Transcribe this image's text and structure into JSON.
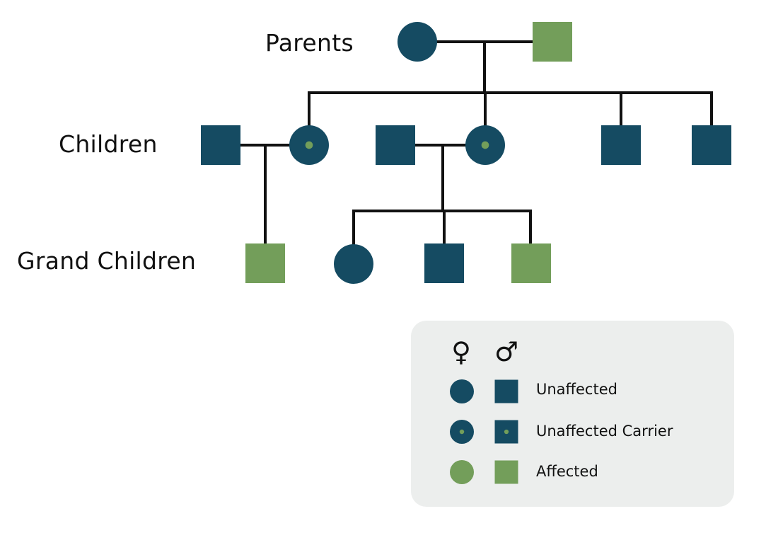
{
  "labels": {
    "parents": "Parents",
    "children": "Children",
    "grandchildren": "Grand Children"
  },
  "colors": {
    "unaffected": "#154b62",
    "affected": "#739e5a",
    "carrier_dot": "#739e5a",
    "line": "#111111",
    "legend_background": "#eceeed"
  },
  "pedigree": {
    "parents": [
      {
        "sex": "female",
        "status": "unaffected"
      },
      {
        "sex": "male",
        "status": "affected"
      }
    ],
    "children": [
      {
        "sex": "male",
        "status": "unaffected",
        "relation": "spouse"
      },
      {
        "sex": "female",
        "status": "carrier",
        "relation": "child"
      },
      {
        "sex": "male",
        "status": "unaffected",
        "relation": "spouse"
      },
      {
        "sex": "female",
        "status": "carrier",
        "relation": "child"
      },
      {
        "sex": "male",
        "status": "unaffected",
        "relation": "child"
      },
      {
        "sex": "male",
        "status": "unaffected",
        "relation": "child"
      }
    ],
    "grandchildren": [
      {
        "sex": "male",
        "status": "affected",
        "family": 1
      },
      {
        "sex": "female",
        "status": "unaffected",
        "family": 2
      },
      {
        "sex": "male",
        "status": "unaffected",
        "family": 2
      },
      {
        "sex": "male",
        "status": "affected",
        "family": 2
      }
    ]
  },
  "legend": {
    "female_symbol": "♀",
    "male_symbol": "♂",
    "rows": [
      {
        "status": "unaffected",
        "label": "Unaffected"
      },
      {
        "status": "carrier",
        "label": "Unaffected Carrier"
      },
      {
        "status": "affected",
        "label": "Affected"
      }
    ]
  }
}
